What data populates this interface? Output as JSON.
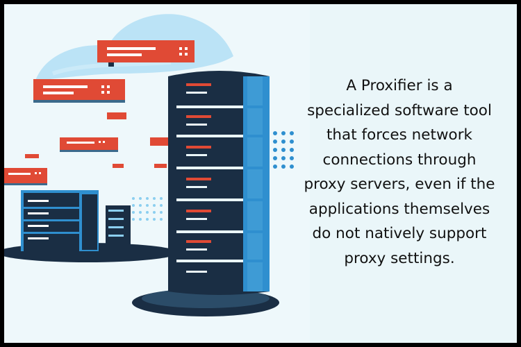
{
  "caption": {
    "lines": [
      "A Proxifier is a",
      "specialized software tool",
      "that forces network",
      "connections through",
      "proxy servers, even if the",
      "applications themselves",
      "do not natively support",
      "proxy settings."
    ]
  },
  "colors": {
    "background": "#eaf6f9",
    "frame_border": "#000000",
    "server_dark": "#1a2e44",
    "server_blue": "#2f8fcf",
    "accent_red": "#e04a35",
    "cloud_blue": "#8ccff0"
  }
}
